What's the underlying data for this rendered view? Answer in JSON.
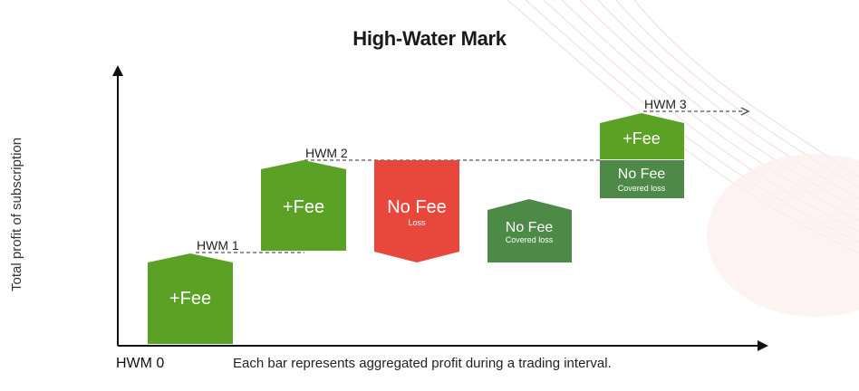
{
  "title": "High-Water Mark",
  "y_axis_label": "Total profit of subscription",
  "x_axis_label": "HWM 0",
  "caption": "Each bar represents aggregated profit during a trading interval.",
  "colors": {
    "fee": "#5aa126",
    "loss": "#e8483c",
    "covered": "#4d8a47",
    "axis": "#111111",
    "dash": "#555555"
  },
  "hwm_labels": [
    "HWM 1",
    "HWM 2",
    "HWM 3"
  ],
  "bars": [
    {
      "label": "+Fee",
      "sublabel": "",
      "kind": "fee"
    },
    {
      "label": "+Fee",
      "sublabel": "",
      "kind": "fee"
    },
    {
      "label": "No Fee",
      "sublabel": "Loss",
      "kind": "loss"
    },
    {
      "label": "No Fee",
      "sublabel": "Covered loss",
      "kind": "covered"
    },
    {
      "label": "+Fee",
      "sublabel": "",
      "kind": "fee"
    },
    {
      "label": "No Fee",
      "sublabel": "Covered loss",
      "kind": "covered"
    }
  ]
}
